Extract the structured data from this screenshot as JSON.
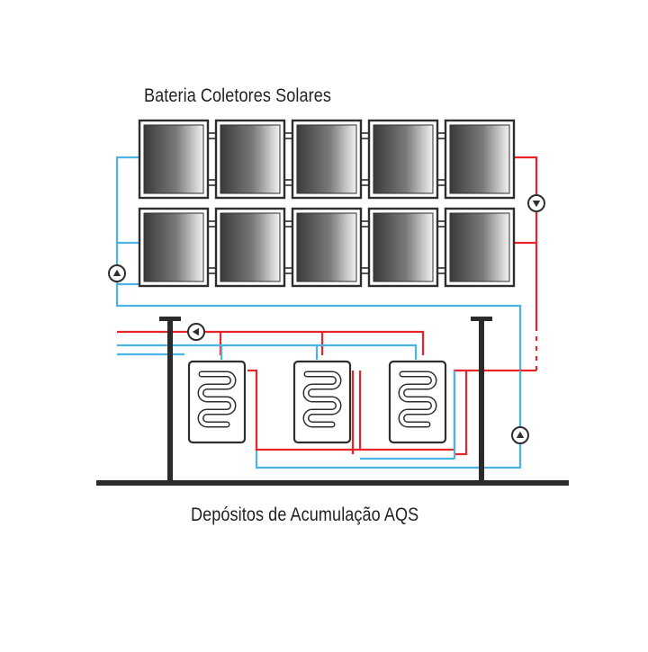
{
  "labels": {
    "collectors": "Bateria Coletores Solares",
    "tanks": "Depósitos de Acumulação AQS"
  },
  "components": {
    "collector_rows": 2,
    "collectors_per_row": 5,
    "storage_tanks": 3,
    "pumps": 4
  },
  "colors": {
    "hot_pipe": "#e8242b",
    "cold_pipe": "#4db3e6",
    "structure": "#2b2b2b",
    "panel_frame": "#2e2e2e",
    "panel_dark": "#3a3a3a",
    "panel_light": "#f2f2f2",
    "text": "#231f20"
  },
  "icons": {
    "pump": "pump-icon",
    "coil": "heat-exchanger-coil-icon"
  }
}
